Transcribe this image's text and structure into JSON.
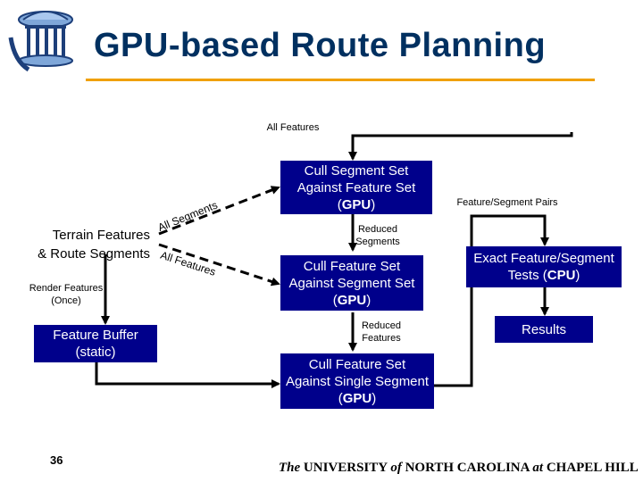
{
  "title": "GPU-based Route Planning",
  "logo_icon": "old-well-icon",
  "inputs": {
    "terrain_line1": "Terrain Features",
    "terrain_line2": "& Route Segments",
    "render_line1": "Render Features",
    "render_line2": "(Once)"
  },
  "labels": {
    "all_features_top": "All Features",
    "all_segments": "All Segments",
    "all_features_diag": "All Features",
    "reduced_segments_1": "Reduced",
    "reduced_segments_2": "Segments",
    "reduced_features_1": "Reduced",
    "reduced_features_2": "Features",
    "feature_segment_pairs": "Feature/Segment Pairs"
  },
  "boxes": {
    "feature_buffer_1": "Feature Buffer",
    "feature_buffer_2": "(static)",
    "cull_segment_1": "Cull Segment Set",
    "cull_segment_2": "Against Feature Set",
    "cull_segment_3a": "(",
    "cull_segment_3b": "GPU",
    "cull_segment_3c": ")",
    "cull_feature_1": "Cull Feature Set",
    "cull_feature_2": "Against Segment Set",
    "cull_feature_3a": "(",
    "cull_feature_3b": "GPU",
    "cull_feature_3c": ")",
    "cull_single_1": "Cull Feature Set",
    "cull_single_2": "Against Single Segment",
    "cull_single_3a": "(",
    "cull_single_3b": "GPU",
    "cull_single_3c": ")",
    "exact_1": "Exact Feature/Segment",
    "exact_2a": "Tests (",
    "exact_2b": "CPU",
    "exact_2c": ")",
    "results": "Results"
  },
  "page_number": "36",
  "footer": {
    "the": "The",
    "university": " UNIVERSITY ",
    "of": "of",
    "north_carolina": " NORTH CAROLINA ",
    "at": "at",
    "chapel_hill": " CHAPEL HILL"
  },
  "colors": {
    "title": "#003060",
    "box_fill": "#00008b",
    "box_text": "#ffffff",
    "rule": "#f0a000",
    "arrows": "#000000"
  }
}
